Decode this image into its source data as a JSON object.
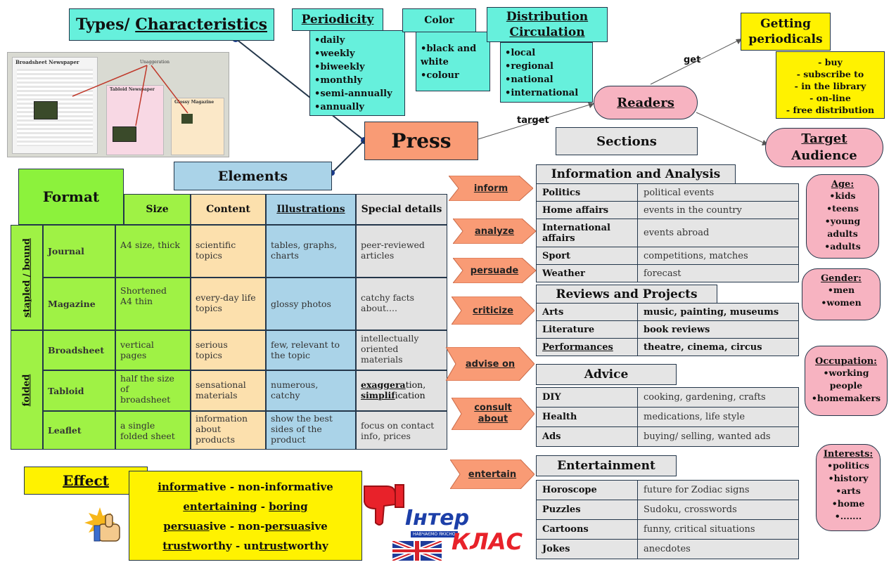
{
  "types": {
    "prefix": "Types/ ",
    "underlined": "Characteristics"
  },
  "periodicity": {
    "title": "Periodicity",
    "items": [
      "daily",
      "weekly",
      "biweekly",
      "monthly",
      "semi-annually",
      "annually"
    ]
  },
  "color": {
    "title": "Color",
    "items": [
      "black and white",
      "colour"
    ]
  },
  "distribution": {
    "title_line1": "Distribution",
    "title_line2": "Circulation",
    "items": [
      "local",
      "regional",
      "national",
      "international"
    ]
  },
  "getting": {
    "title_line1": "Getting",
    "title_line2": "periodicals",
    "items": [
      "- buy",
      "- subscribe to",
      "- in the library",
      "- on-line",
      "- free distribution"
    ]
  },
  "readers": {
    "title": "Readers",
    "get_label": "get",
    "target_label": "target"
  },
  "target_audience": {
    "title_line1": "Target",
    "title_line2": "Audience"
  },
  "press": {
    "title": "Press"
  },
  "sections": {
    "title": "Sections"
  },
  "elements": {
    "title": "Elements"
  },
  "newspaper_image": {
    "label1": "Broadsheet Newspaper",
    "label2": "Tabloid Newspaper",
    "label3": "Glossy Magazine",
    "label4": "Unaggeration"
  },
  "format": {
    "title": "Format",
    "headers": {
      "size": "Size",
      "content": "Content",
      "illustrations": "Illustrations",
      "special": "Special details"
    },
    "group1": "stapled / bound",
    "group2": "folded",
    "rows": [
      {
        "name": "Journal",
        "size": "A4 size, thick",
        "content": "scientific topics",
        "illustrations": "tables, graphs, charts",
        "special": "peer-reviewed articles"
      },
      {
        "name": "Magazine",
        "size": "Shortened A4 thin",
        "content": "every-day life topics",
        "illustrations": "glossy photos",
        "special": "catchy facts about...."
      },
      {
        "name": "Broadsheet",
        "size": "vertical pages",
        "content": "serious topics",
        "illustrations": "few, relevant to the topic",
        "special": "intellectually oriented materials"
      },
      {
        "name": "Tabloid",
        "size": "half the size of broadsheet",
        "content": "sensational materials",
        "illustrations": "numerous, catchy",
        "special_a_u": "exaggera",
        "special_a": "tion,",
        "special_b_u": "simplif",
        "special_b": "ication"
      },
      {
        "name": "Leaflet",
        "size": "a single folded sheet",
        "content": "information about products",
        "illustrations": "show the best sides of the product",
        "special": "focus on contact info, prices"
      }
    ]
  },
  "purposes": [
    "inform",
    "analyze",
    "persuade",
    "criticize",
    "advise on",
    "consult about",
    "entertain"
  ],
  "info_analysis": {
    "title": "Information and Analysis",
    "rows": [
      [
        "Politics",
        "political events"
      ],
      [
        "Home affairs",
        "events in the country"
      ],
      [
        "International affairs",
        "events abroad"
      ],
      [
        "Sport",
        "competitions, matches"
      ],
      [
        "Weather",
        "forecast"
      ]
    ]
  },
  "reviews": {
    "title": "Reviews and Projects",
    "rows": [
      [
        "Arts",
        "music, painting, museums"
      ],
      [
        "Literature",
        "book reviews"
      ],
      [
        "Performances",
        "theatre, cinema, circus"
      ]
    ]
  },
  "advice": {
    "title": "Advice",
    "rows": [
      [
        "DIY",
        "cooking, gardening, crafts"
      ],
      [
        "Health",
        "medications, life style"
      ],
      [
        "Ads",
        "buying/ selling, wanted ads"
      ]
    ]
  },
  "entertainment": {
    "title": "Entertainment",
    "rows": [
      [
        "Horoscope",
        "future for Zodiac signs"
      ],
      [
        "Puzzles",
        "Sudoku, crosswords"
      ],
      [
        "Cartoons",
        "funny, critical situations"
      ],
      [
        "Jokes",
        "anecdotes"
      ]
    ]
  },
  "age": {
    "title": "Age:",
    "items": [
      "kids",
      "teens",
      "young adults",
      "adults"
    ]
  },
  "gender": {
    "title": "Gender",
    "colon": ":",
    "items": [
      "men",
      "women"
    ]
  },
  "occupation": {
    "title": "Occupation:",
    "items": [
      "working people",
      "homemakers"
    ]
  },
  "interests": {
    "title": "Interests:",
    "items": [
      "politics",
      "history",
      "arts",
      "home",
      "......."
    ]
  },
  "effect": {
    "title": "Effect",
    "lines": [
      {
        "a_u": "inform",
        "a": "ative",
        "b": " - non-informative"
      },
      {
        "a_u": "entertaining",
        "b": " - ",
        "c_u": "boring"
      },
      {
        "a_u": "persuas",
        "a": "ive - non-",
        "c_u": "persuas",
        "c": "ive"
      },
      {
        "a_u": "trust",
        "a": "worthy - un",
        "c_u": "trust",
        "c": "worthy"
      }
    ]
  },
  "logo": {
    "line1": "Інтер",
    "line2": "КЛАС",
    "small": "НАВЧАЄМО ЯКІСНО"
  },
  "colors": {
    "teal": "#66f0dc",
    "yellow": "#fff200",
    "pink": "#f7b3c1",
    "salmon": "#f99b75",
    "blue": "#aad3e8",
    "green": "#8cf23c",
    "tan": "#fce0ad",
    "grey": "#e5e5e5"
  }
}
